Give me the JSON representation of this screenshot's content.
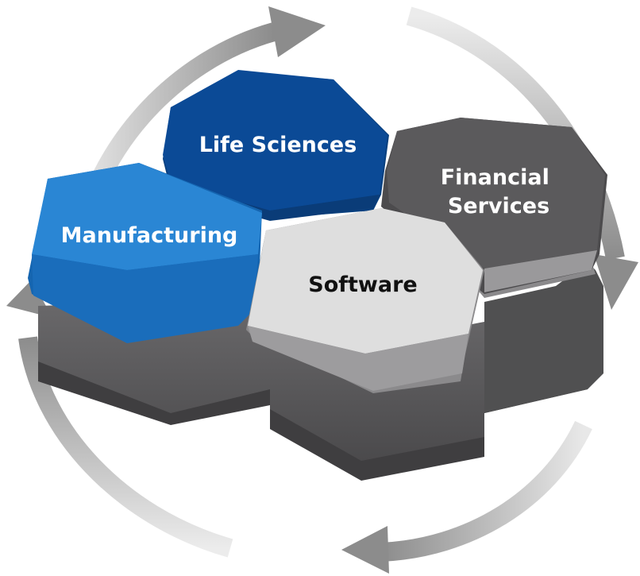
{
  "diagram": {
    "segments": [
      {
        "id": "life-sciences",
        "lines": [
          "Life Sciences"
        ],
        "fill": "#0b4a96",
        "text_color": "#ffffff"
      },
      {
        "id": "manufacturing",
        "lines": [
          "Manufacturing"
        ],
        "fill": "#1f74c4",
        "text_color": "#ffffff"
      },
      {
        "id": "financial-services",
        "lines": [
          "Financial",
          "Services"
        ],
        "fill": "#58575a",
        "text_color": "#ffffff"
      },
      {
        "id": "software",
        "lines": [
          "Software"
        ],
        "fill": "#dcdcdc",
        "text_color": "#111111"
      }
    ],
    "cycle_arrows": {
      "count": 4,
      "direction": "clockwise",
      "color": "#9a9a9a"
    }
  }
}
